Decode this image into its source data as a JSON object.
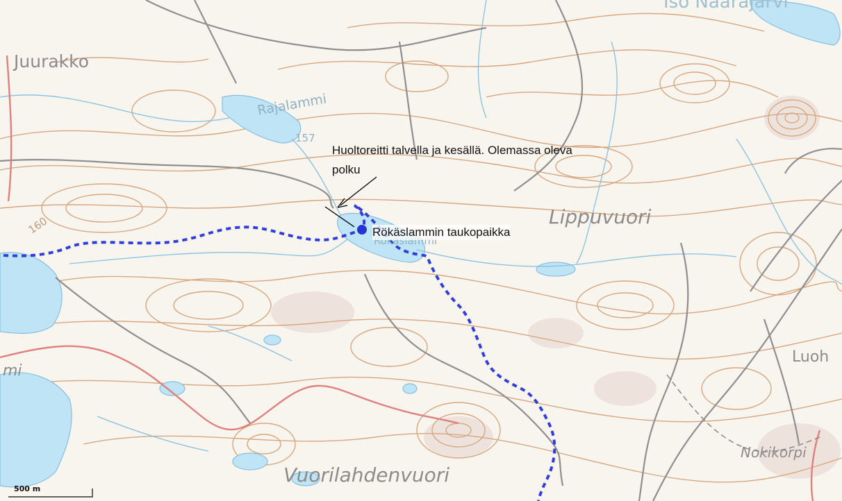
{
  "map": {
    "places": {
      "juurakko": "Juurakko",
      "rajalammi": "Rajalammi",
      "height_157": "157",
      "height_160": "160",
      "rokaslampi": "Rökäslammi",
      "lippuvuori": "Lippuvuori",
      "luoh": "Luoh",
      "nokikorpi": "Nokikorpi",
      "vuorilahdenvuori": "Vuorilahdenvuori",
      "top_right": "Iso Naarajärvi",
      "left_mi": "mi"
    },
    "annotations": {
      "route_note_line1": "Huoltoreitti talvella ja kesällä. Olemassa oleva",
      "route_note_line2": "polku",
      "rest_stop": "Rökäslammin taukopaikka"
    },
    "scale_bar": {
      "label": "500 m"
    },
    "colors": {
      "terrain": "#f8f4ee",
      "contour": "#d6a77f",
      "water": "#bfe4f5",
      "stream": "#86bfe0",
      "road": "#8e8e8e",
      "main_road": "#df7f7f",
      "route": "#2f3fd8",
      "rest_stop_marker": "#2436cf"
    }
  }
}
